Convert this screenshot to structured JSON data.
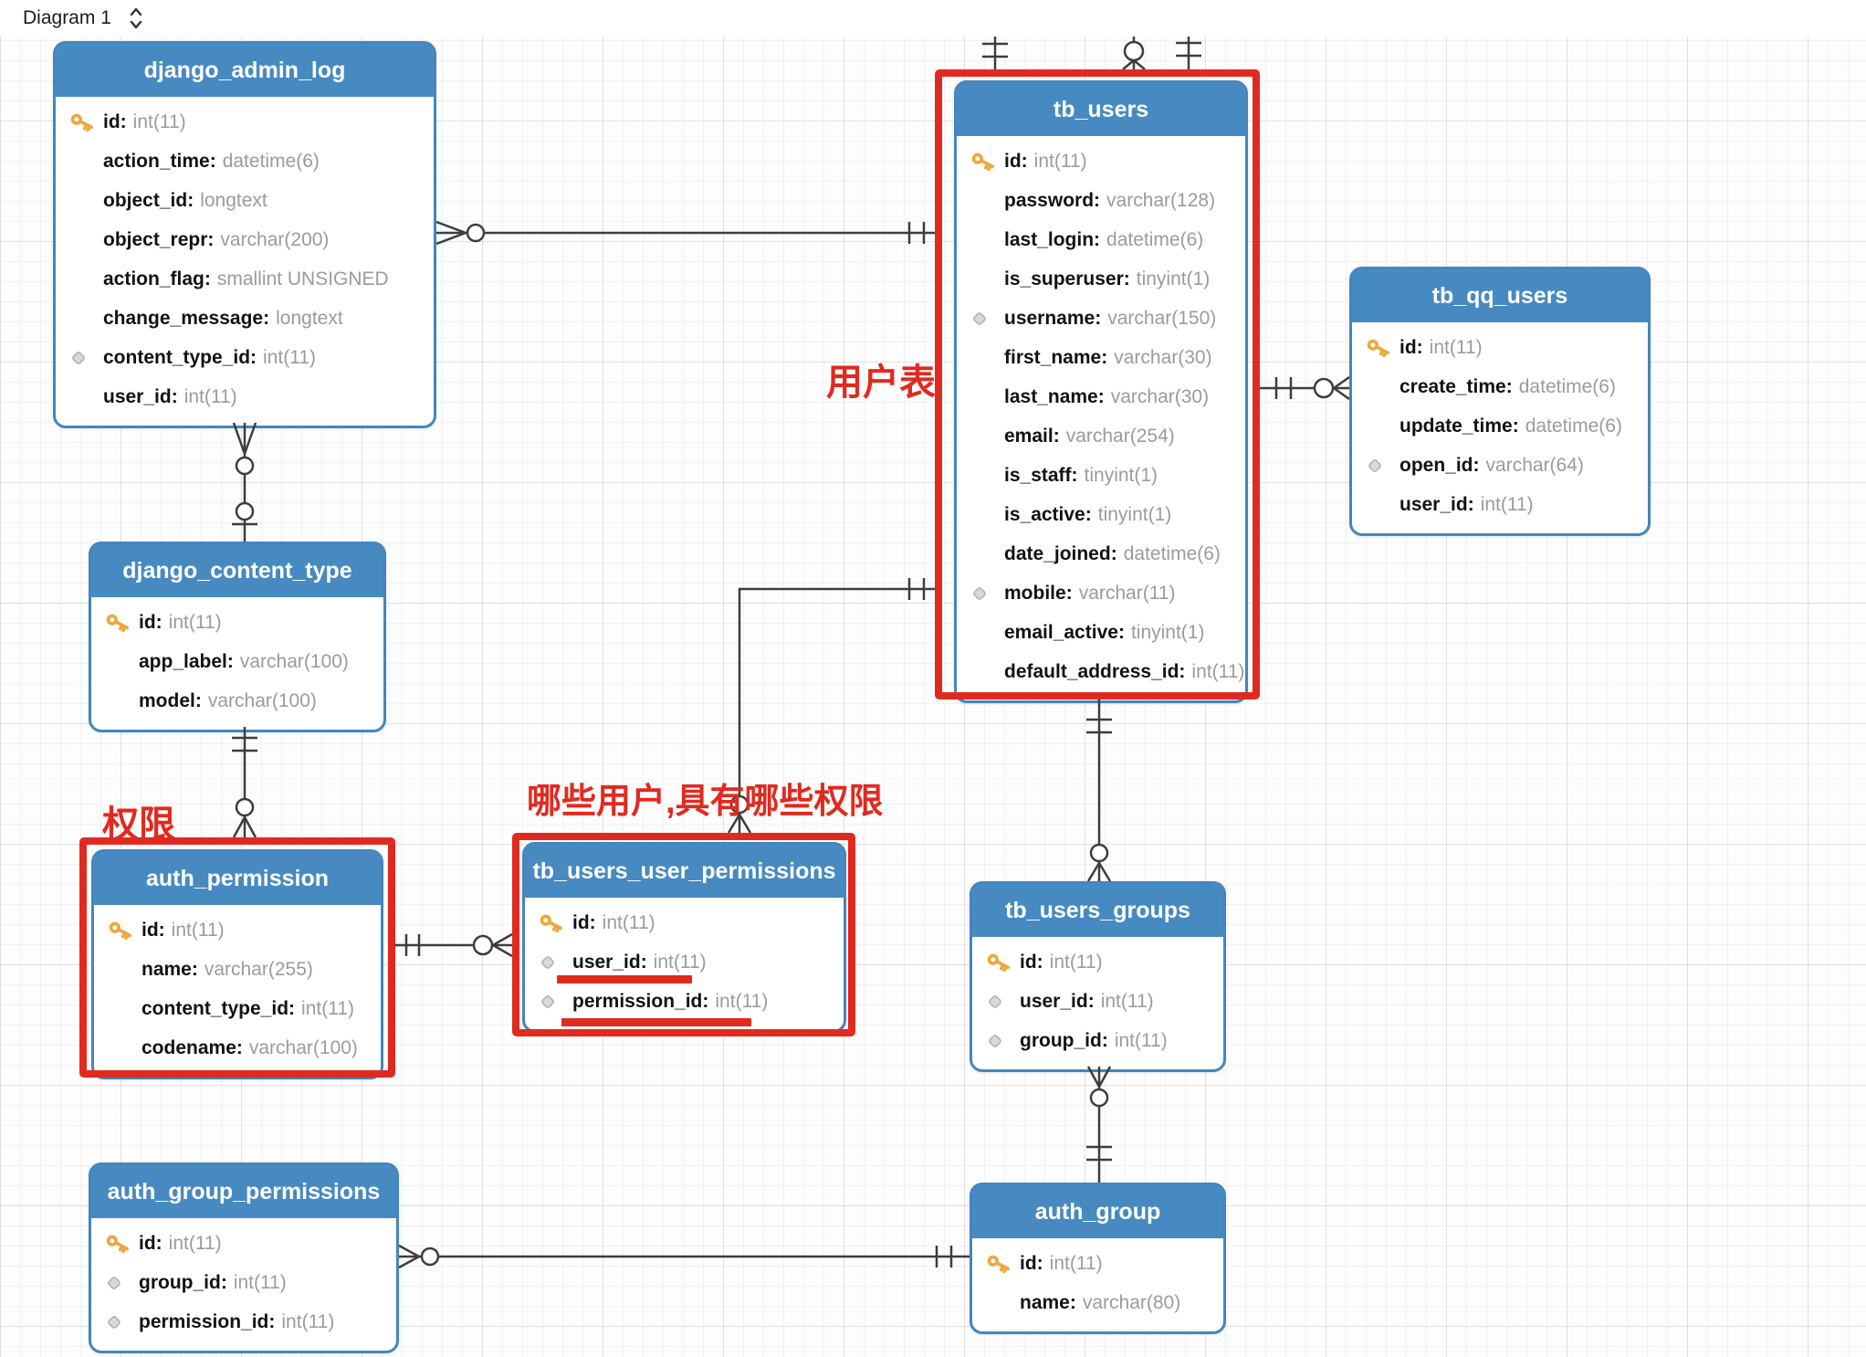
{
  "titlebar": {
    "title": "Diagram 1"
  },
  "annotations": {
    "users_table_note": "用户表",
    "permission_note": "权限",
    "user_permission_note": "哪些用户,具有哪些权限"
  },
  "colors": {
    "table_header_blue": "#478ac1",
    "highlight_red": "#e12a1f",
    "key_gold": "#eda73b",
    "diamond_gray": "#d9d9d9",
    "connector_gray": "#3d3d3d"
  },
  "tables": [
    {
      "id": "django_admin_log",
      "title": "django_admin_log",
      "fields": [
        {
          "name": "id",
          "type": "int(11)",
          "icon": "key"
        },
        {
          "name": "action_time",
          "type": "datetime(6)",
          "icon": "none"
        },
        {
          "name": "object_id",
          "type": "longtext",
          "icon": "none"
        },
        {
          "name": "object_repr",
          "type": "varchar(200)",
          "icon": "none"
        },
        {
          "name": "action_flag",
          "type": "smallint UNSIGNED",
          "icon": "none"
        },
        {
          "name": "change_message",
          "type": "longtext",
          "icon": "none"
        },
        {
          "name": "content_type_id",
          "type": "int(11)",
          "icon": "diamond"
        },
        {
          "name": "user_id",
          "type": "int(11)",
          "icon": "none"
        }
      ]
    },
    {
      "id": "tb_users",
      "title": "tb_users",
      "fields": [
        {
          "name": "id",
          "type": "int(11)",
          "icon": "key"
        },
        {
          "name": "password",
          "type": "varchar(128)",
          "icon": "none"
        },
        {
          "name": "last_login",
          "type": "datetime(6)",
          "icon": "none"
        },
        {
          "name": "is_superuser",
          "type": "tinyint(1)",
          "icon": "none"
        },
        {
          "name": "username",
          "type": "varchar(150)",
          "icon": "diamond"
        },
        {
          "name": "first_name",
          "type": "varchar(30)",
          "icon": "none"
        },
        {
          "name": "last_name",
          "type": "varchar(30)",
          "icon": "none"
        },
        {
          "name": "email",
          "type": "varchar(254)",
          "icon": "none"
        },
        {
          "name": "is_staff",
          "type": "tinyint(1)",
          "icon": "none"
        },
        {
          "name": "is_active",
          "type": "tinyint(1)",
          "icon": "none"
        },
        {
          "name": "date_joined",
          "type": "datetime(6)",
          "icon": "none"
        },
        {
          "name": "mobile",
          "type": "varchar(11)",
          "icon": "diamond"
        },
        {
          "name": "email_active",
          "type": "tinyint(1)",
          "icon": "none"
        },
        {
          "name": "default_address_id",
          "type": "int(11)",
          "icon": "none"
        }
      ]
    },
    {
      "id": "tb_qq_users",
      "title": "tb_qq_users",
      "fields": [
        {
          "name": "id",
          "type": "int(11)",
          "icon": "key"
        },
        {
          "name": "create_time",
          "type": "datetime(6)",
          "icon": "none"
        },
        {
          "name": "update_time",
          "type": "datetime(6)",
          "icon": "none"
        },
        {
          "name": "open_id",
          "type": "varchar(64)",
          "icon": "diamond"
        },
        {
          "name": "user_id",
          "type": "int(11)",
          "icon": "none"
        }
      ]
    },
    {
      "id": "django_content_type",
      "title": "django_content_type",
      "fields": [
        {
          "name": "id",
          "type": "int(11)",
          "icon": "key"
        },
        {
          "name": "app_label",
          "type": "varchar(100)",
          "icon": "none"
        },
        {
          "name": "model",
          "type": "varchar(100)",
          "icon": "none"
        }
      ]
    },
    {
      "id": "auth_permission",
      "title": "auth_permission",
      "fields": [
        {
          "name": "id",
          "type": "int(11)",
          "icon": "key"
        },
        {
          "name": "name",
          "type": "varchar(255)",
          "icon": "none"
        },
        {
          "name": "content_type_id",
          "type": "int(11)",
          "icon": "none"
        },
        {
          "name": "codename",
          "type": "varchar(100)",
          "icon": "none"
        }
      ]
    },
    {
      "id": "tb_users_user_permissions",
      "title": "tb_users_user_permissions",
      "fields": [
        {
          "name": "id",
          "type": "int(11)",
          "icon": "key"
        },
        {
          "name": "user_id",
          "type": "int(11)",
          "icon": "diamond"
        },
        {
          "name": "permission_id",
          "type": "int(11)",
          "icon": "diamond"
        }
      ]
    },
    {
      "id": "tb_users_groups",
      "title": "tb_users_groups",
      "fields": [
        {
          "name": "id",
          "type": "int(11)",
          "icon": "key"
        },
        {
          "name": "user_id",
          "type": "int(11)",
          "icon": "diamond"
        },
        {
          "name": "group_id",
          "type": "int(11)",
          "icon": "diamond"
        }
      ]
    },
    {
      "id": "auth_group_permissions",
      "title": "auth_group_permissions",
      "fields": [
        {
          "name": "id",
          "type": "int(11)",
          "icon": "key"
        },
        {
          "name": "group_id",
          "type": "int(11)",
          "icon": "diamond"
        },
        {
          "name": "permission_id",
          "type": "int(11)",
          "icon": "diamond"
        }
      ]
    },
    {
      "id": "auth_group",
      "title": "auth_group",
      "fields": [
        {
          "name": "id",
          "type": "int(11)",
          "icon": "key"
        },
        {
          "name": "name",
          "type": "varchar(80)",
          "icon": "none"
        }
      ]
    }
  ]
}
